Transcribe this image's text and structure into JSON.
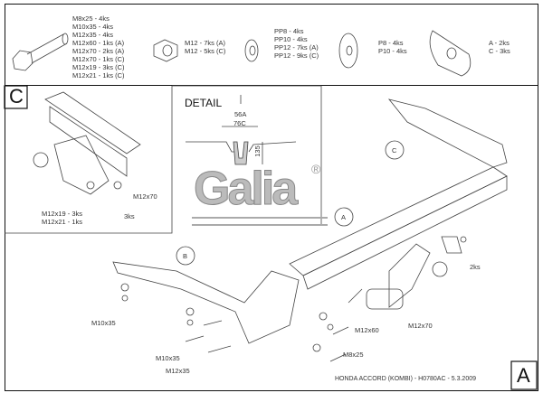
{
  "parts": {
    "bolts": [
      "M8x25 - 4ks",
      "M10x35 - 4ks",
      "M12x35 - 4ks",
      "M12x60 - 1ks (A)",
      "M12x70 - 2ks (A)",
      "M12x70 - 1ks (C)",
      "M12x19 - 3ks (C)",
      "M12x21 - 1ks (C)"
    ],
    "nuts": [
      "M12 - 7ks (A)",
      "M12 - 5ks (C)"
    ],
    "spring_washers": [
      "PP8 - 4ks",
      "PP10 - 4ks",
      "PP12 - 7ks (A)",
      "PP12 - 9ks (C)"
    ],
    "washers": [
      "P8 - 4ks",
      "P10 - 4ks"
    ],
    "plates": [
      "A - 2ks",
      "C - 3ks"
    ]
  },
  "inset_c": {
    "label": "C",
    "callouts": [
      "M12x70",
      "M12x19 - 3ks",
      "M12x21 - 1ks",
      "3ks"
    ]
  },
  "detail": {
    "title": "DETAIL",
    "dim_width_a": "56A",
    "dim_width_c": "76C",
    "dim_height": "135"
  },
  "logo": {
    "text": "Galia",
    "mark": "®"
  },
  "main": {
    "callout_a": "A",
    "callout_b": "B",
    "callout_c": "C",
    "labels": {
      "m10x35_1": "M10x35",
      "m10x35_2": "M10x35",
      "m12x35": "M12x35",
      "m12x60": "M12x60",
      "m12x70": "M12x70",
      "m8x25": "M8x25",
      "qty_2ks": "2ks"
    }
  },
  "title_block": {
    "caption": "HONDA ACCORD (KOMBI) - H0780AC - 5.3.2009",
    "sheet_label": "A"
  }
}
